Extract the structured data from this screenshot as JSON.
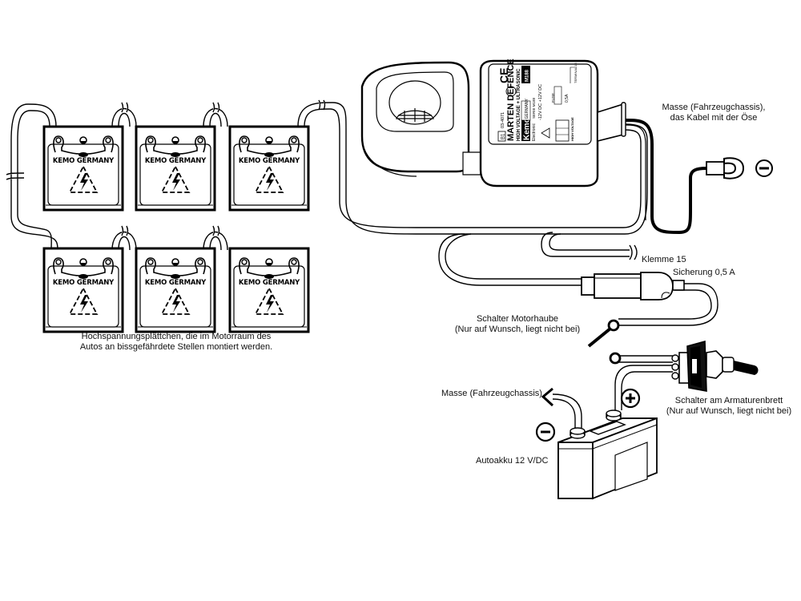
{
  "diagram": {
    "title": "Marten Defence wiring diagram",
    "colors": {
      "line": "#000000",
      "background": "#ffffff"
    }
  },
  "plates": {
    "brand_text": "KEMO GERMANY",
    "count": 6,
    "icon": "high-voltage-warning-icon",
    "caption_line1": "Hochspannungsplättchen, die im Motorraum des",
    "caption_line2": "Autos an bissgefährdete Stellen montiert werden."
  },
  "device": {
    "name": "MARTEN DEFENCE",
    "subtitle": "HIGH VOLTAGE + ULTRASONIC",
    "brand": "Kemo",
    "brand_sub": "GERMANY",
    "model": "M188",
    "serial": "SERIE M188",
    "electronic": "Electronic",
    "code_box": "B1",
    "code": "03-4071",
    "voltage": "-12V DC  +12V DC",
    "fuse_label": "FUSE",
    "fuse_value": "0,5A",
    "terminal_label": "TERMINAL 15",
    "high_voltage": "HIGH VOLTAGE",
    "ce_mark": "CE"
  },
  "labels": {
    "ground_chassis_line1": "Masse (Fahrzeugchassis),",
    "ground_chassis_line2": "das Kabel mit der Öse",
    "terminal15": "Klemme 15",
    "fuse": "Sicherung 0,5 A",
    "hood_switch_line1": "Schalter Motorhaube",
    "hood_switch_line2": "(Nur auf Wunsch, liegt nicht bei)",
    "dash_switch_line1": "Schalter am Armaturenbrett",
    "dash_switch_line2": "(Nur auf Wunsch, liegt nicht bei)",
    "battery_ground": "Masse (Fahrzeugchassis)",
    "battery": "Autoakku 12 V/DC",
    "minus_symbol": "−",
    "plus_symbol": "+"
  }
}
